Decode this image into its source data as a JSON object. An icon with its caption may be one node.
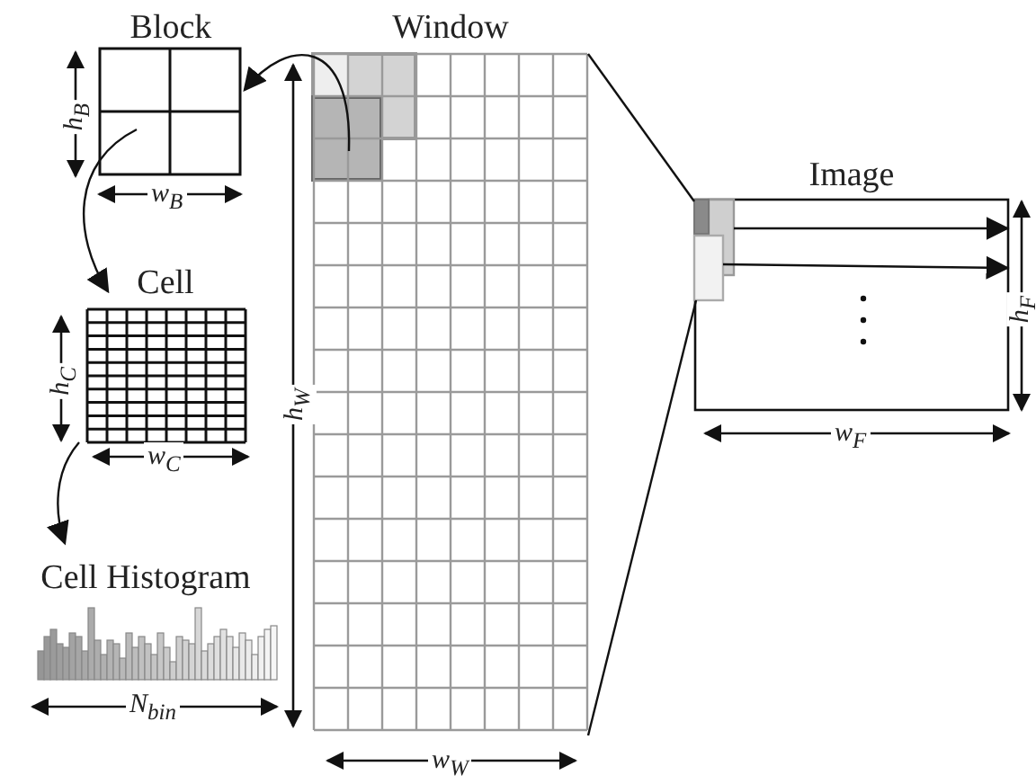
{
  "diagram": {
    "nodes": [
      {
        "text": [
          "Block"
        ]
      },
      {
        "text": [
          "Cell"
        ]
      },
      {
        "text": [
          "Cell Histogram"
        ]
      },
      {
        "text": [
          "Window"
        ]
      },
      {
        "text": [
          "Image"
        ]
      },
      {
        "text": [],
        "shape": "box",
        "in": 4
      }
    ],
    "edges": [
      {
        "from": 3,
        "to": 0,
        "arrow": "to"
      },
      {
        "from": 0,
        "to": 1,
        "arrow": "to"
      },
      {
        "from": 1,
        "to": 2,
        "arrow": "to"
      },
      {
        "from": 3,
        "to": 5,
        "arrow": "none"
      },
      {
        "from": 3,
        "to": 5,
        "arrow": "none"
      },
      {
        "from": 5,
        "to": 4,
        "arrow": "to"
      },
      {
        "from": 5,
        "to": 4,
        "arrow": "to"
      }
    ],
    "labels": [
      "h$_{B}$",
      "w$_{B}$",
      "h$_{C}$",
      "w$_{C}$",
      "N$_{bin}$",
      "h$_{W}$",
      "w$_{W}$",
      "h$_{F}$",
      "w$_{F}$"
    ]
  }
}
